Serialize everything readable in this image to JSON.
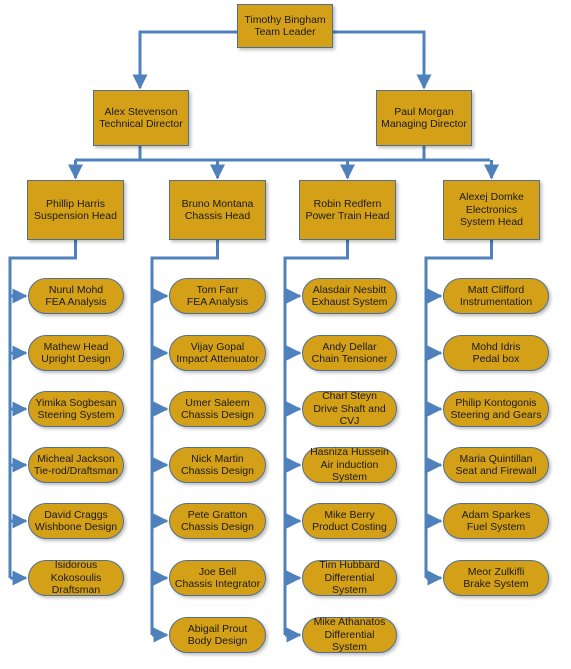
{
  "colors": {
    "node_fill": "#d4a017",
    "connector": "#4f81bd"
  },
  "leader": {
    "name": "Timothy Bingham",
    "title": "Team Leader"
  },
  "directors": [
    {
      "name": "Alex Stevenson",
      "title": "Technical Director"
    },
    {
      "name": "Paul Morgan",
      "title": "Managing Director"
    }
  ],
  "heads": [
    {
      "lines": [
        "Phillip Harris",
        "Suspension Head"
      ]
    },
    {
      "lines": [
        "Bruno Montana",
        "Chassis Head"
      ]
    },
    {
      "lines": [
        "Robin Redfern",
        "Power Train Head"
      ]
    },
    {
      "lines": [
        "Alexej Domke",
        "Electronics",
        "System Head"
      ]
    }
  ],
  "teams": [
    [
      {
        "lines": [
          "Nurul Mohd",
          "FEA Analysis"
        ]
      },
      {
        "lines": [
          "Mathew Head",
          "Upright Design"
        ]
      },
      {
        "lines": [
          "Yimika Sogbesan",
          "Steering System"
        ]
      },
      {
        "lines": [
          "Micheal Jackson",
          "Tie-rod/Draftsman"
        ]
      },
      {
        "lines": [
          "David Craggs",
          "Wishbone Design"
        ]
      },
      {
        "lines": [
          "Isidorous",
          "Kokosoulis",
          "Draftsman"
        ]
      }
    ],
    [
      {
        "lines": [
          "Tom Farr",
          "FEA Analysis"
        ]
      },
      {
        "lines": [
          "Vijay Gopal",
          "Impact Attenuator"
        ]
      },
      {
        "lines": [
          "Umer Saleem",
          "Chassis Design"
        ]
      },
      {
        "lines": [
          "Nick Martin",
          "Chassis Design"
        ]
      },
      {
        "lines": [
          "Pete Gratton",
          "Chassis Design"
        ]
      },
      {
        "lines": [
          "Joe Bell",
          "Chassis Integrator"
        ]
      },
      {
        "lines": [
          "Abigail Prout",
          "Body Design"
        ]
      }
    ],
    [
      {
        "lines": [
          "Alasdair Nesbitt",
          "Exhaust System"
        ]
      },
      {
        "lines": [
          "Andy Dellar",
          "Chain Tensioner"
        ]
      },
      {
        "lines": [
          "Charl Steyn",
          "Drive Shaft and",
          "CVJ"
        ]
      },
      {
        "lines": [
          "Hasniza Hussein",
          "Air induction",
          "System"
        ]
      },
      {
        "lines": [
          "Mike Berry",
          "Product Costing"
        ]
      },
      {
        "lines": [
          "Tim Hubbard",
          "Differential",
          "System"
        ]
      },
      {
        "lines": [
          "Mike Athanatos",
          "Differential",
          "System"
        ]
      }
    ],
    [
      {
        "lines": [
          "Matt Clifford",
          "Instrumentation"
        ]
      },
      {
        "lines": [
          "Mohd Idris",
          "Pedal box"
        ]
      },
      {
        "lines": [
          "Philip Kontogonis",
          "Steering and Gears"
        ]
      },
      {
        "lines": [
          "Maria Quintillan",
          "Seat and Firewall"
        ]
      },
      {
        "lines": [
          "Adam Sparkes",
          "Fuel System"
        ]
      },
      {
        "lines": [
          "Meor Zulkifli",
          "Brake System"
        ]
      }
    ]
  ]
}
